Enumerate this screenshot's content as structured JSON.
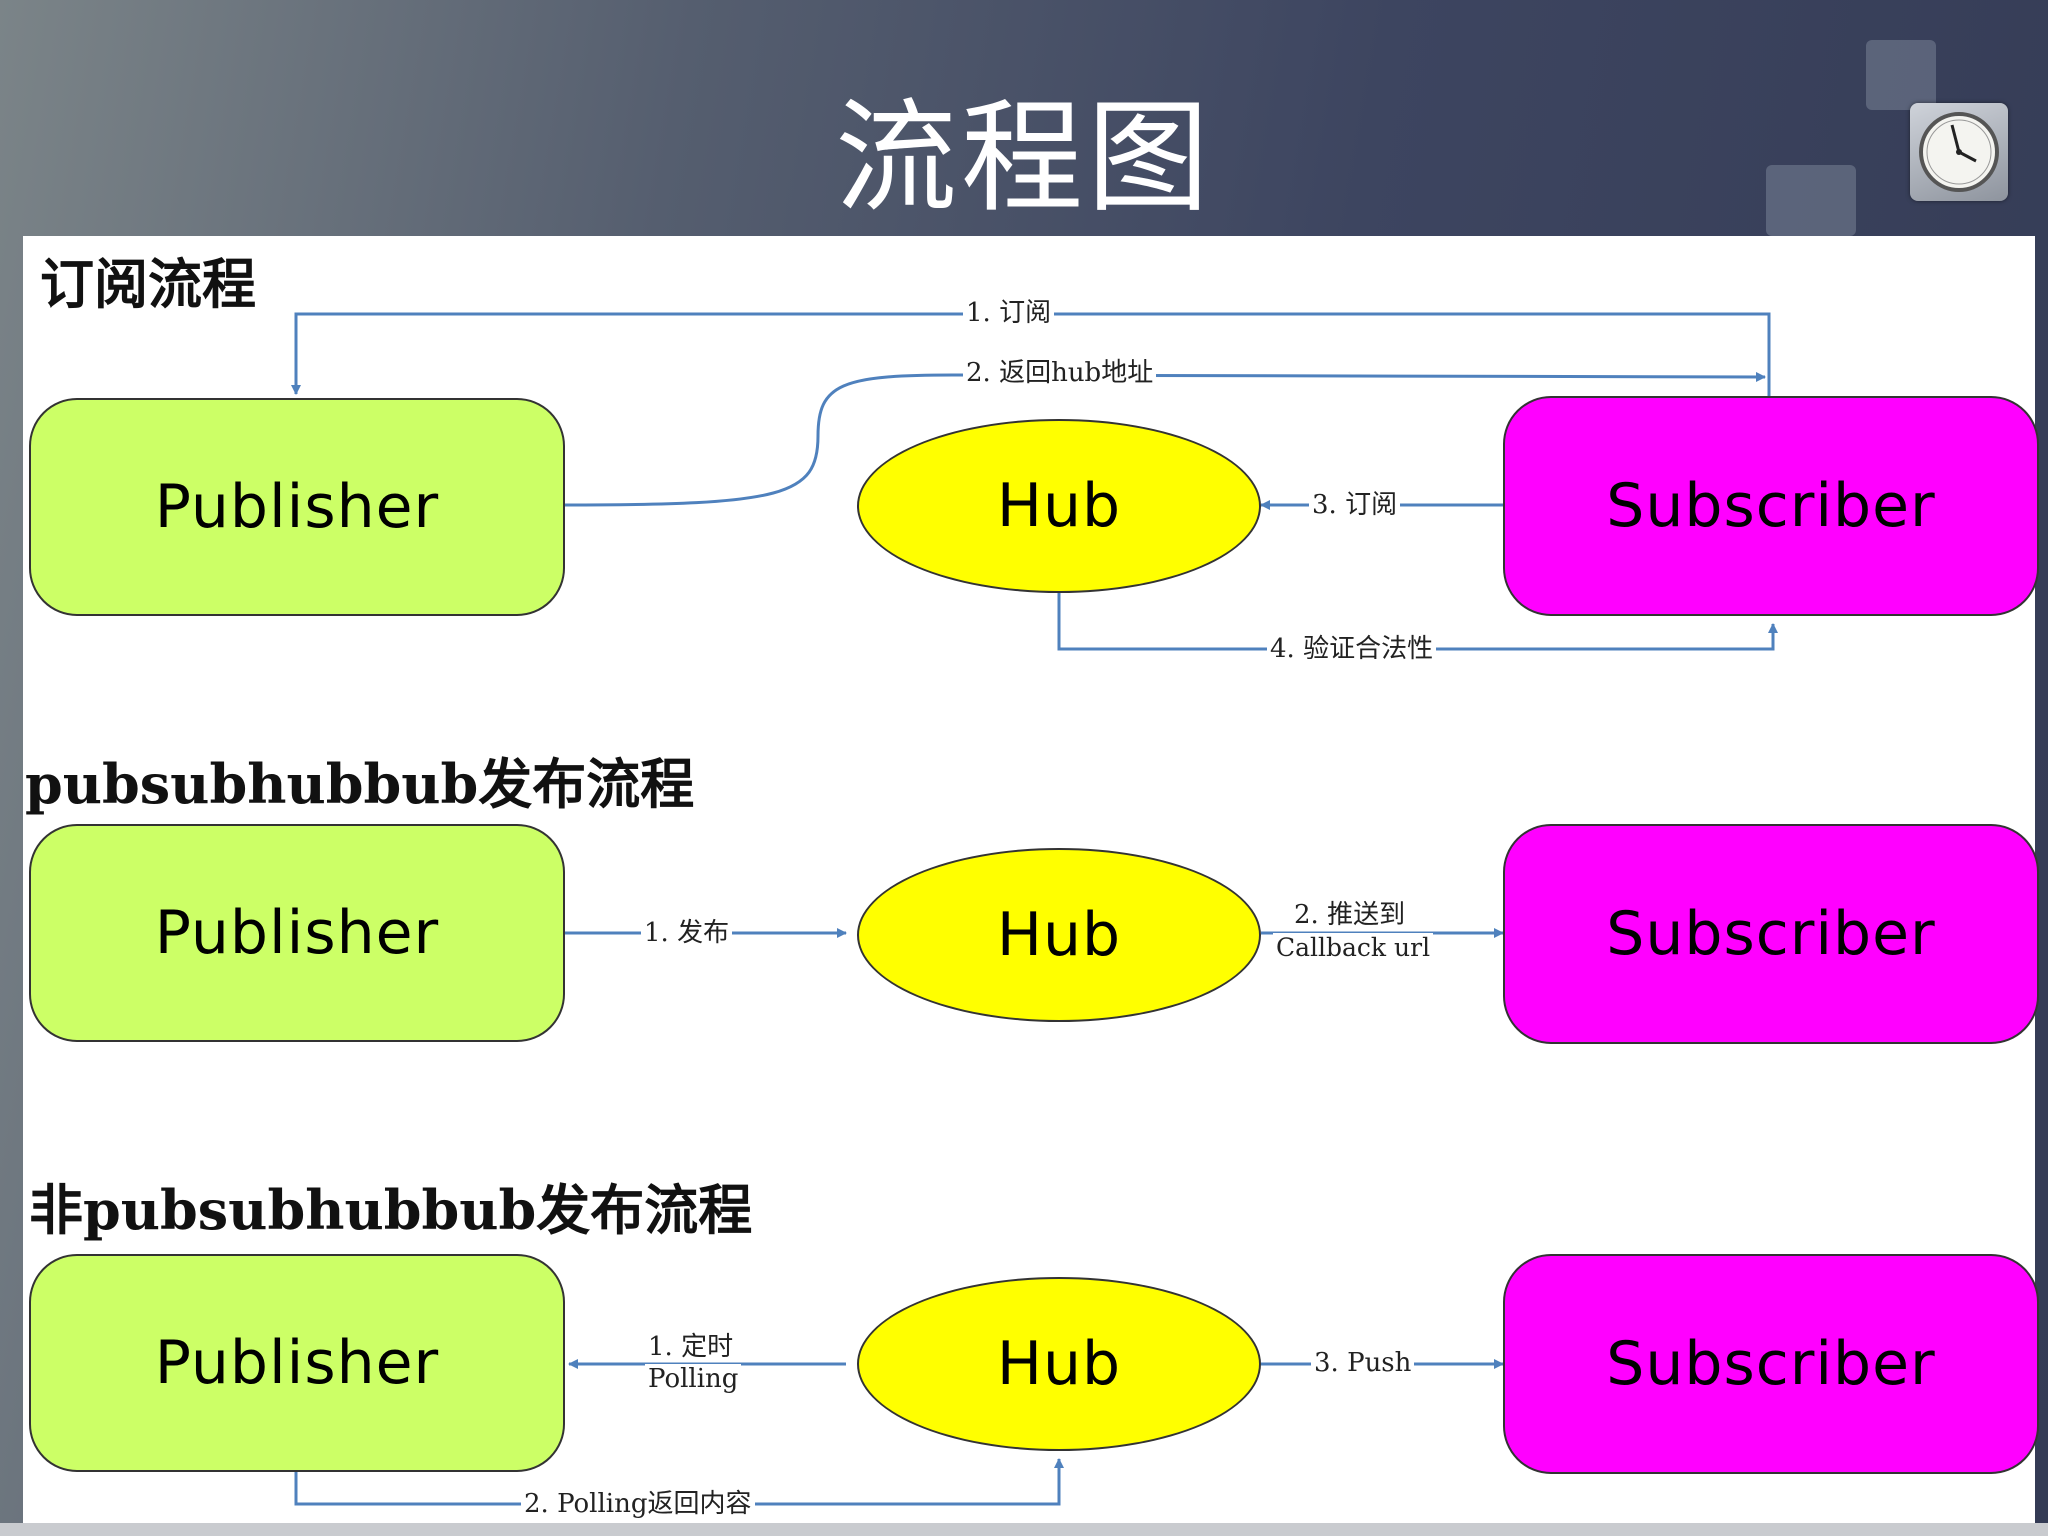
{
  "slide": {
    "title": "流程图",
    "icon": "clock-icon"
  },
  "colors": {
    "publisher": "#ccff66",
    "hub": "#ffff00",
    "subscriber": "#ff00ff",
    "arrow": "#4f81bd"
  },
  "nodes": {
    "publisher": "Publisher",
    "hub": "Hub",
    "subscriber": "Subscriber"
  },
  "sections": [
    {
      "title": "订阅流程",
      "edges": [
        "1. 订阅",
        "2. 返回hub地址",
        "3. 订阅",
        "4. 验证合法性"
      ]
    },
    {
      "title": "pubsubhubbub发布流程",
      "edges": [
        "1. 发布",
        "2. 推送到",
        "Callback url"
      ]
    },
    {
      "title": "非pubsubhubbub发布流程",
      "edges": [
        "1. 定时",
        "Polling",
        "3. Push",
        "2. Polling返回内容"
      ]
    }
  ]
}
